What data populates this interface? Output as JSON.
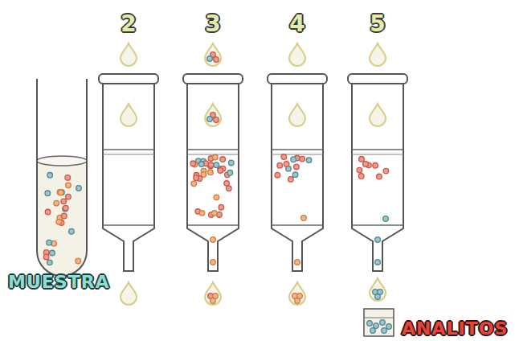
{
  "diagram": {
    "labels": [
      "2",
      "3",
      "4",
      "5",
      "MUESTRA",
      "ANALITOS"
    ]
  }
}
